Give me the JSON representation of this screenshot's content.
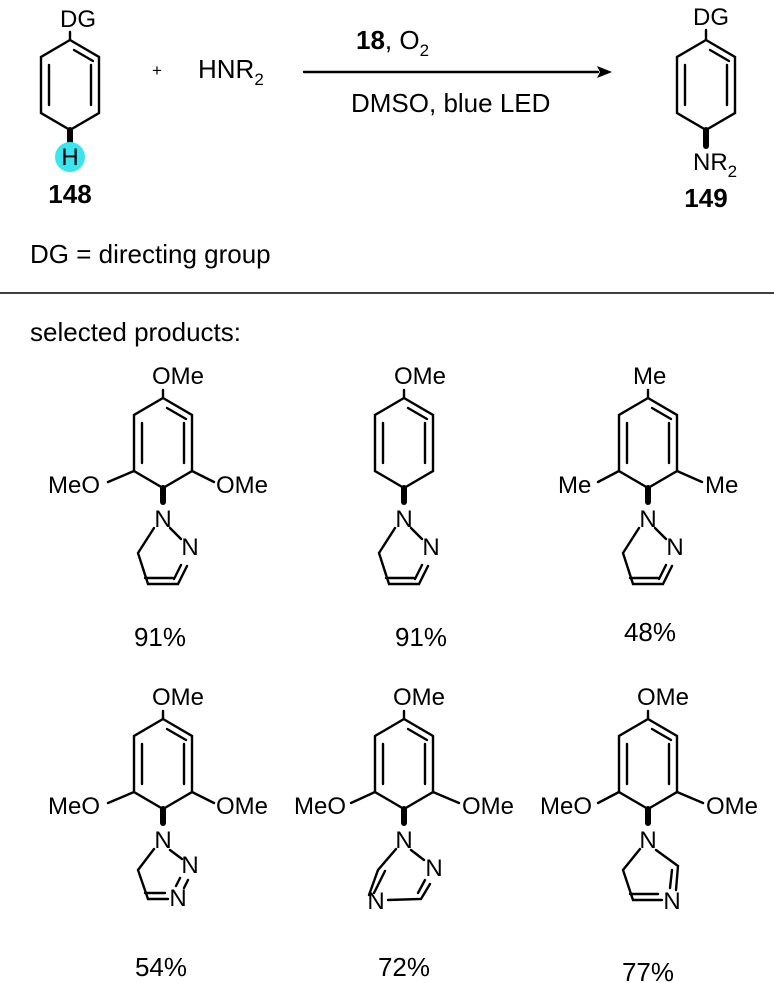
{
  "scheme": {
    "reactant": {
      "top_group": "DG",
      "reactive_atom": "H",
      "label": "148"
    },
    "plus": "+",
    "reagent": {
      "main": "HNR",
      "subscript": "2"
    },
    "conditions": {
      "catalyst": "18",
      "oxidant_sep": ", O",
      "oxidant_sub": "2",
      "line2": "DMSO, blue LED"
    },
    "product": {
      "top_group": "DG",
      "amine_main": "NR",
      "amine_sub": "2",
      "label": "149"
    },
    "definition": "DG = directing group",
    "highlight_color": "#37e6f0"
  },
  "products_heading": "selected products:",
  "products": [
    {
      "top": "OMe",
      "left": "MeO",
      "right": "OMe",
      "ring_n1": "N",
      "ring_n2": "N",
      "yield": "91%"
    },
    {
      "top": "OMe",
      "ring_n1": "N",
      "ring_n2": "N",
      "yield": "91%"
    },
    {
      "top": "Me",
      "left": "Me",
      "right": "Me",
      "ring_n1": "N",
      "ring_n2": "N",
      "yield": "48%"
    },
    {
      "top": "OMe",
      "left": "MeO",
      "right": "OMe",
      "ring_n1": "N",
      "ring_n2": "N",
      "ring_n3": "N",
      "yield": "54%"
    },
    {
      "top": "OMe",
      "left": "MeO",
      "right": "OMe",
      "ring_n1": "N",
      "ring_n2": "N",
      "ring_n3": "N",
      "yield": "72%"
    },
    {
      "top": "OMe",
      "left": "MeO",
      "right": "OMe",
      "ring_n1": "N",
      "ring_n3": "N",
      "yield": "77%"
    }
  ]
}
